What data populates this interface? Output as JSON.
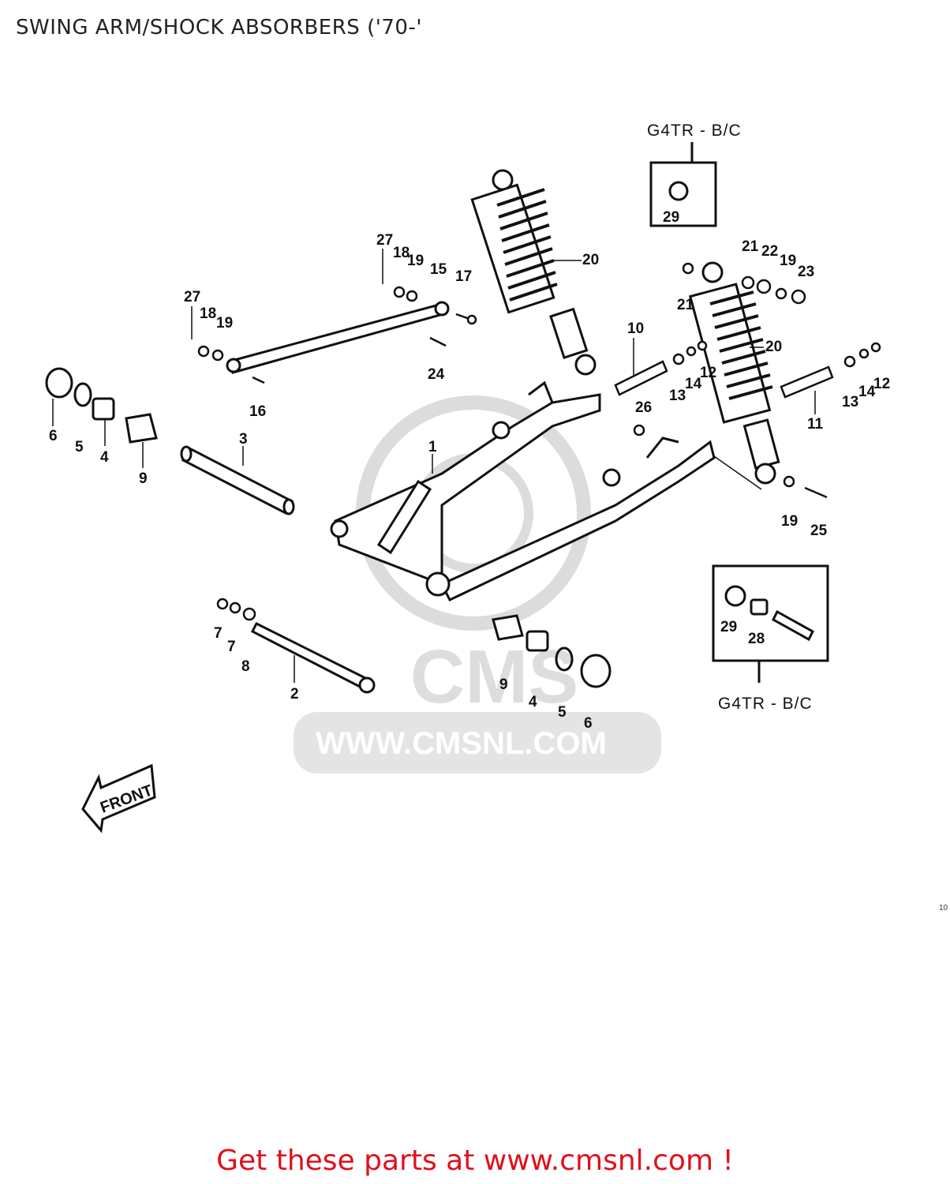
{
  "title": "SWING ARM/SHOCK ABSORBERS ('70-'",
  "footer": "Get these parts at www.cmsnl.com !",
  "watermark": {
    "brand": "CMS",
    "url": "WWW.CMSNL.COM"
  },
  "box_labels": {
    "top": "G4TR - B/C",
    "bottom": "G4TR - B/C"
  },
  "front_label": "FRONT",
  "corner_note": "10",
  "callouts": [
    "1",
    "2",
    "3",
    "4",
    "5",
    "6",
    "7",
    "7",
    "8",
    "9",
    "10",
    "11",
    "12",
    "12",
    "13",
    "13",
    "14",
    "14",
    "15",
    "16",
    "17",
    "18",
    "18",
    "19",
    "19",
    "19",
    "19",
    "19",
    "20",
    "20",
    "21",
    "21",
    "22",
    "23",
    "24",
    "25",
    "26",
    "27",
    "27",
    "28",
    "29",
    "29",
    "4",
    "5",
    "6",
    "9"
  ],
  "colors": {
    "footer": "#e0101a",
    "watermark": "#d9d9d9",
    "line": "#111111"
  }
}
